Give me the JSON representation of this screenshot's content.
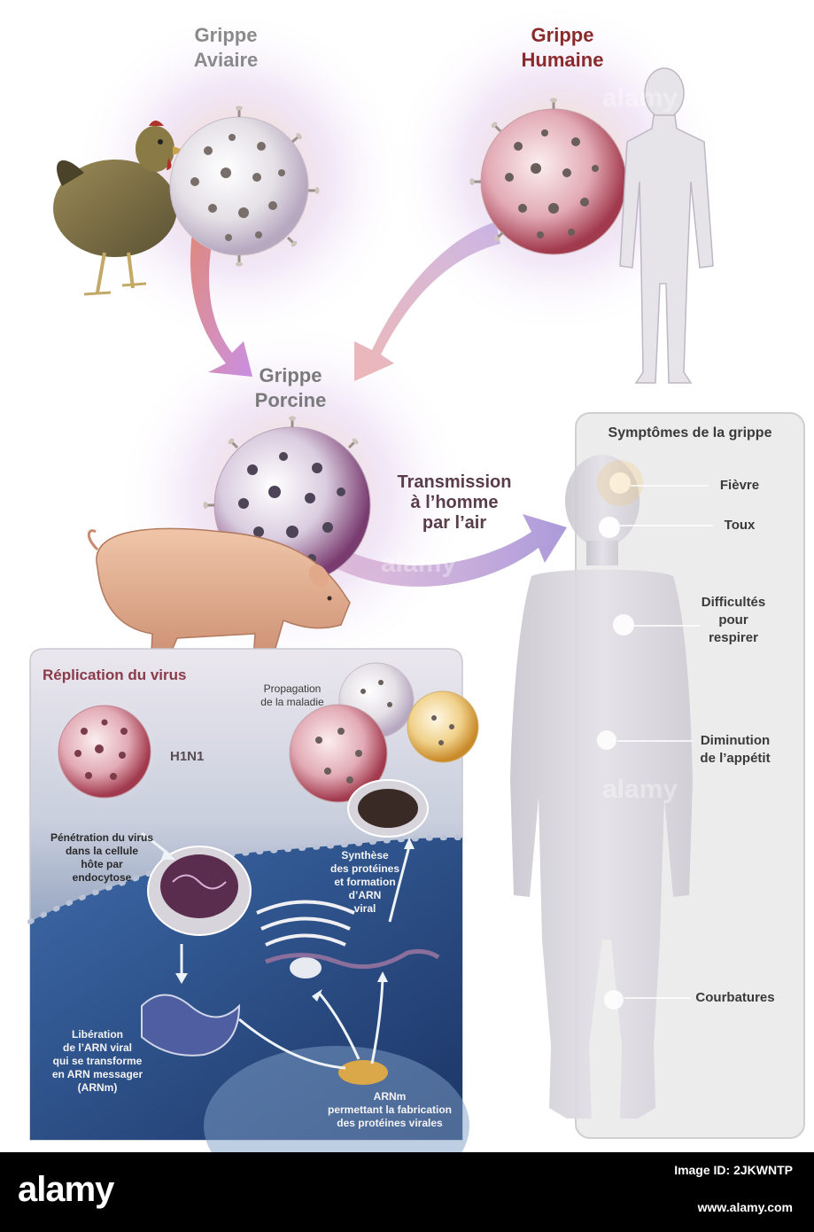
{
  "titles": {
    "avian_line1": "Grippe",
    "avian_line2": "Aviaire",
    "human_line1": "Grippe",
    "human_line2": "Humaine",
    "swine_line1": "Grippe",
    "swine_line2": "Porcine"
  },
  "transmission": {
    "line1": "Transmission",
    "line2": "à l’homme",
    "line3": "par l’air"
  },
  "symptoms": {
    "title": "Symptômes de la grippe",
    "fever": "Fièvre",
    "cough": "Toux",
    "breathing_1": "Difficultés",
    "breathing_2": "pour",
    "breathing_3": "respirer",
    "appetite_1": "Diminution",
    "appetite_2": "de l’appétit",
    "aches": "Courbatures"
  },
  "replication": {
    "title": "Réplication du virus",
    "spread_1": "Propagation",
    "spread_2": "de la maladie",
    "strain": "H1N1",
    "entry_1": "Pénétration du virus",
    "entry_2": "dans la cellule",
    "entry_3": "hôte par",
    "entry_4": "endocytose",
    "synth_1": "Synthèse",
    "synth_2": "des protéines",
    "synth_3": "et formation",
    "synth_4": "d’ARN",
    "synth_5": "viral",
    "release_1": "Libération",
    "release_2": "de l’ARN viral",
    "release_3": "qui se transforme",
    "release_4": "en ARN messager",
    "release_5": "(ARNm)",
    "mrna_1": "ARNm",
    "mrna_2": "permettant la fabrication",
    "mrna_3": "des protéines virales"
  },
  "watermark": "alamy",
  "footer": {
    "logo": "alamy",
    "image_id": "Image ID: 2JKWNTP",
    "url": "www.alamy.com"
  },
  "colors": {
    "title_gray": "#8a8a8a",
    "title_red": "#8b2a2a",
    "arrow_red": "#d96a4a",
    "arrow_purple": "#b59ad6",
    "panel_bg": "#ececec",
    "cell_blue": "#2c4f8a",
    "footer_bg": "#000000"
  }
}
